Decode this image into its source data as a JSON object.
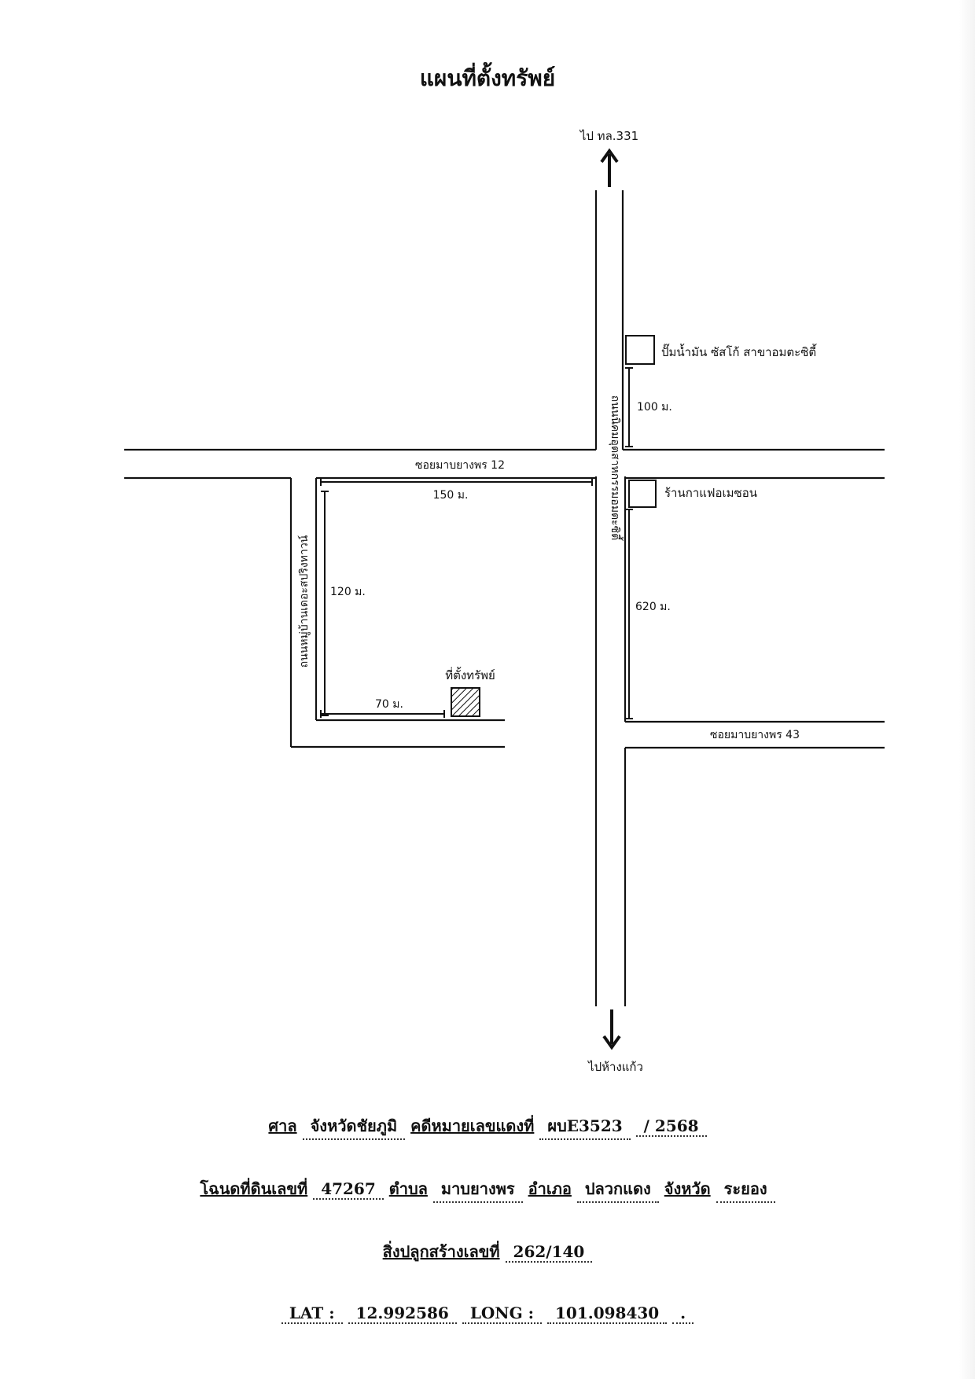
{
  "document": {
    "title": "แผนที่ตั้งทรัพย์"
  },
  "map": {
    "arrow_north_label": "ไป ทล.331",
    "arrow_south_label": "ไปห้างแก้ว",
    "main_road_label": "ถนนนิคมอุตสาหกรรมอมตะซิตี้",
    "road_north_label": "ซอยมาบยางพร 12",
    "road_south_label": "ซอยมาบยางพร 43",
    "village_road_label": "ถนนหมู่บ้านเดอะสปริงทาวน์",
    "landmark_gas": "ปั๊มน้ำมัน ซัสโก้ สาขาอมตะซิตี้",
    "landmark_cafe": "ร้านกาแฟอเมซอน",
    "dist_gas": "100 ม.",
    "dist_150": "150 ม.",
    "dist_120": "120 ม.",
    "dist_70": "70 ม.",
    "dist_620": "620 ม.",
    "property_label": "ที่ตั้งทรัพย์"
  },
  "footer": {
    "line1": {
      "court_label": "ศาล",
      "court_value": "จังหวัดชัยภูมิ",
      "case_label": "คดีหมายเลขแดงที่",
      "case_value": "ผบE3523",
      "case_year": "/ 2568"
    },
    "line2": {
      "deed_label": "โฉนดที่ดินเลขที่",
      "deed_value": "47267",
      "tambon_label": "ตำบล",
      "tambon_value": "มาบยางพร",
      "amphoe_label": "อำเภอ",
      "amphoe_value": "ปลวกแดง",
      "province_label": "จังหวัด",
      "province_value": "ระยอง"
    },
    "line3": {
      "building_label": "สิ่งปลูกสร้างเลขที่",
      "building_value": "262/140"
    },
    "line4": {
      "lat_label": "LAT :",
      "lat_value": "12.992586",
      "long_label": "LONG :",
      "long_value": "101.098430",
      "end_mark": "."
    }
  }
}
